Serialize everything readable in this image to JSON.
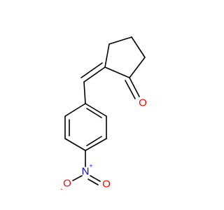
{
  "molecule": {
    "atoms": {
      "carbonyl_oxygen": {
        "symbol": "O",
        "charge": "",
        "color": "#ff0000"
      },
      "nitro_nitrogen": {
        "symbol": "N",
        "charge": "+",
        "color": "#0000ff"
      },
      "nitro_oxygen_left": {
        "symbol": "O",
        "charge": "-",
        "color": "#ff0000"
      },
      "nitro_oxygen_right": {
        "symbol": "O",
        "charge": "",
        "color": "#ff0000"
      }
    },
    "bond_color": "#000000",
    "background": "#ffffff"
  }
}
